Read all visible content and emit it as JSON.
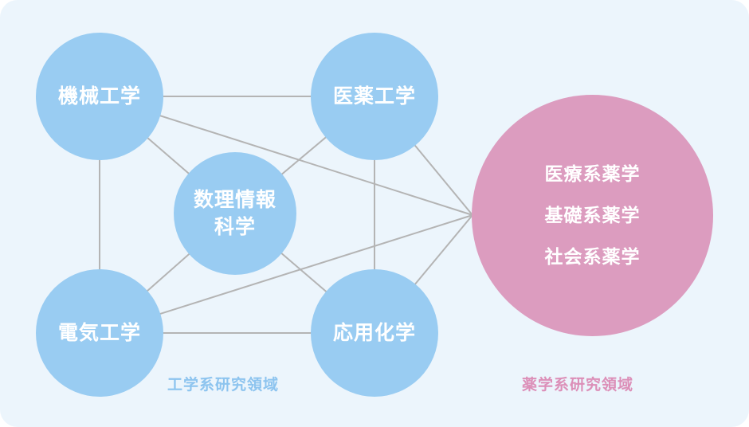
{
  "colors": {
    "background": "#ecf5fc",
    "engineering_node": "#99ccf2",
    "pharmacy_node": "#dc9cbf",
    "link": "#b4b4b4",
    "engineering_label": "#8dc4ef",
    "pharmacy_label": "#dc8fb8"
  },
  "nodes": {
    "mechanical": "機械工学",
    "pharma_eng": "医薬工学",
    "math_info_1": "数理情報",
    "math_info_2": "科学",
    "electrical": "電気工学",
    "applied_chem": "応用化学",
    "pharmacy_1": "医療系薬学",
    "pharmacy_2": "基礎系薬学",
    "pharmacy_3": "社会系薬学"
  },
  "areas": {
    "engineering": "工学系研究領域",
    "pharmacy": "薬学系研究領域"
  }
}
